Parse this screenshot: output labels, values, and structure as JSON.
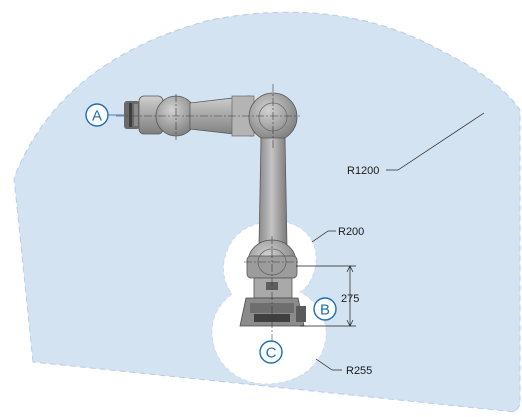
{
  "callouts": {
    "a": "A",
    "b": "B",
    "c": "C"
  },
  "dimensions": {
    "outer_radius": "R1200",
    "inner_radius_upper": "R200",
    "inner_radius_lower": "R255",
    "base_height": "275"
  },
  "colors": {
    "workspace_fill": "#d4e3f2",
    "workspace_edge": "#b9cde3",
    "callout_ring": "#1b6fb3",
    "robot_body": "#9a9a9a",
    "robot_dark": "#4a4a4a"
  }
}
